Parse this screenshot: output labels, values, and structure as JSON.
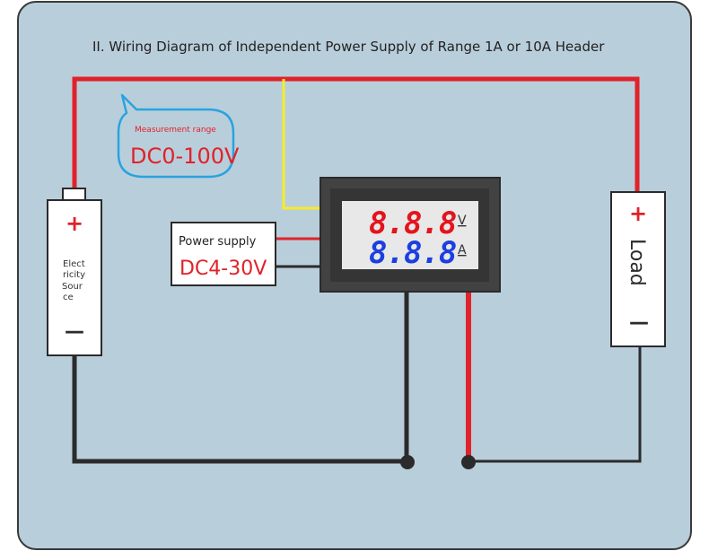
{
  "title": "II. Wiring Diagram of Independent Power Supply of Range 1A or 10A Header",
  "callout": {
    "label": "Measurement range",
    "value": "DC0-100V"
  },
  "source": {
    "plus": "+",
    "minus": "—",
    "label_lines": [
      "Elect",
      "ricity",
      "Sour",
      "ce"
    ]
  },
  "power_supply": {
    "label": "Power supply",
    "value": "DC4-30V"
  },
  "meter": {
    "top_digits": "8.8.8",
    "top_unit": "V",
    "bottom_digits": "8.8.8",
    "bottom_unit": "A"
  },
  "load": {
    "plus": "+",
    "minus": "—",
    "label": "Load"
  },
  "colors": {
    "panel_bg": "#b9cedb",
    "red_wire": "#e0222a",
    "yellow_wire": "#f5ec2a",
    "black_wire": "#2b2b2b",
    "callout_border": "#29a3df",
    "accent_red": "#e0222a",
    "digit_red": "#e3141c",
    "digit_blue": "#1b3fe0"
  }
}
